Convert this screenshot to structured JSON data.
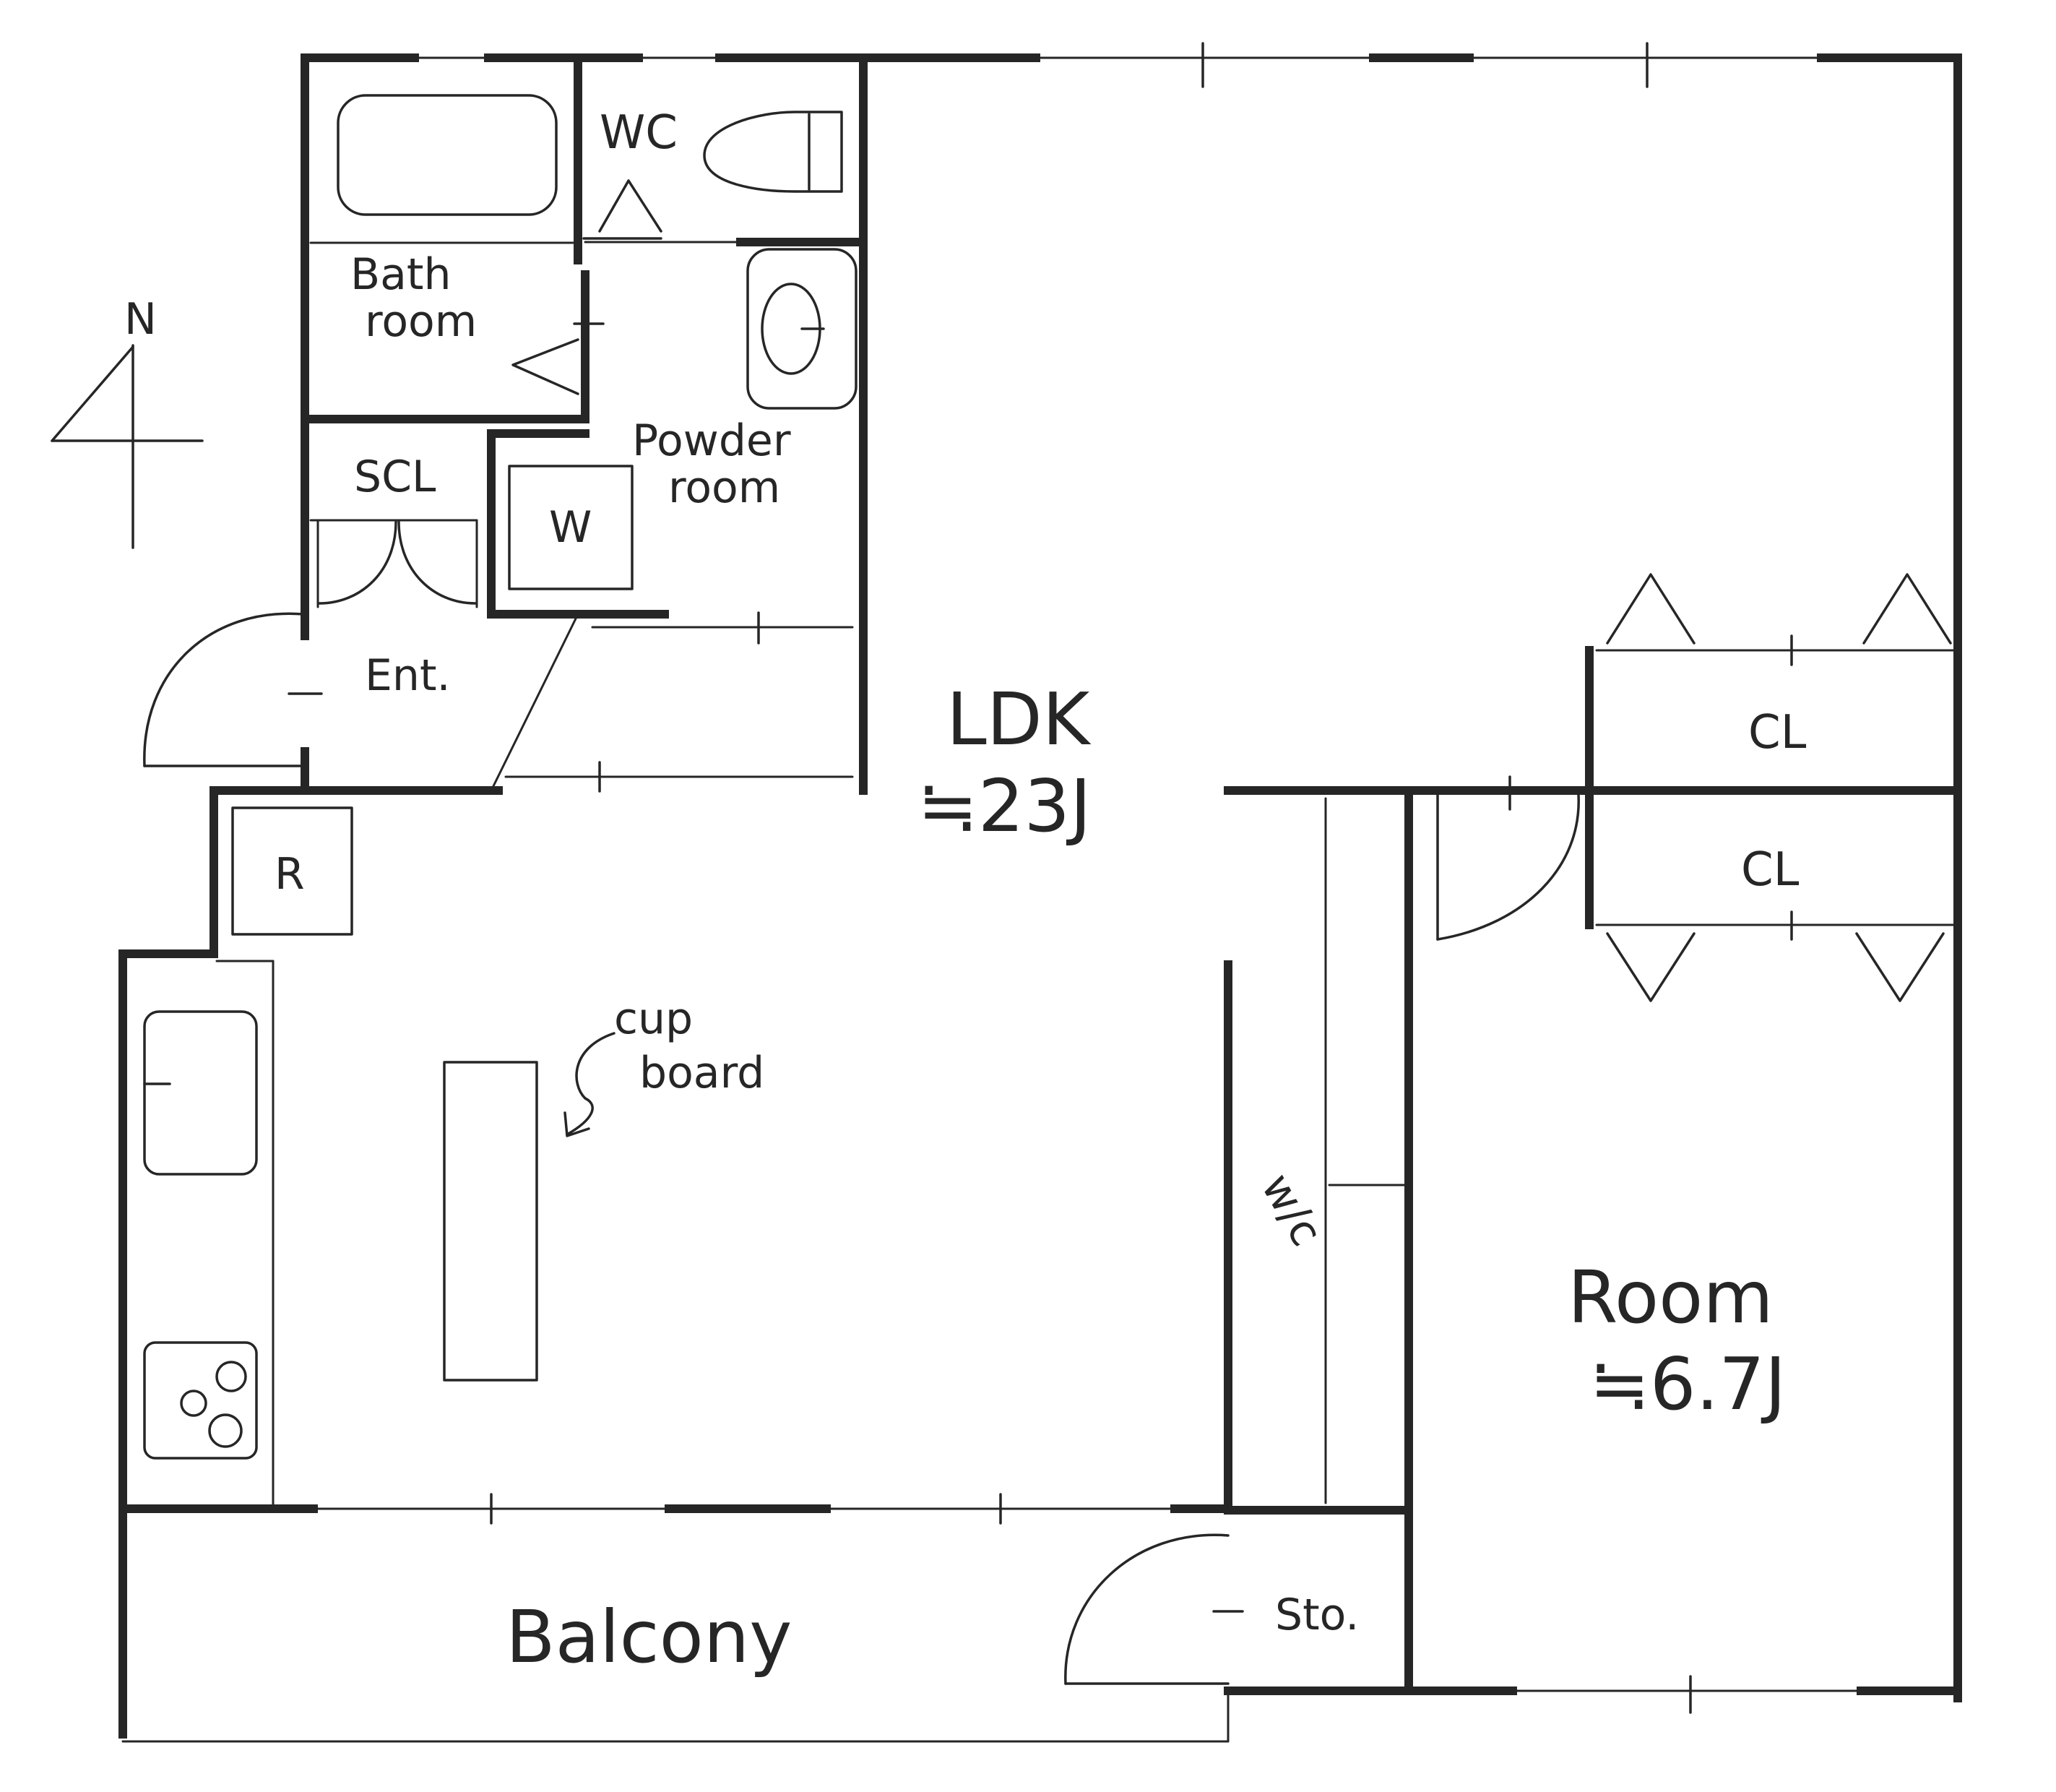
{
  "floor_plan": {
    "compass": {
      "label": "N"
    },
    "rooms": {
      "wc": "WC",
      "bathroom_line1": "Bath",
      "bathroom_line2": "room",
      "powder_room_line1": "Powder",
      "powder_room_line2": "room",
      "washer": "W",
      "shoe_closet": "SCL",
      "entrance": "Ent.",
      "refrigerator": "R",
      "ldk": "LDK",
      "ldk_size": "≒23J",
      "cupboard_line1": "cup",
      "cupboard_line2": "board",
      "walk_in_closet": "w/c",
      "closet_upper": "CL",
      "closet_lower": "CL",
      "room": "Room",
      "room_size": "≒6.7J",
      "storage": "Sto.",
      "balcony": "Balcony"
    }
  }
}
